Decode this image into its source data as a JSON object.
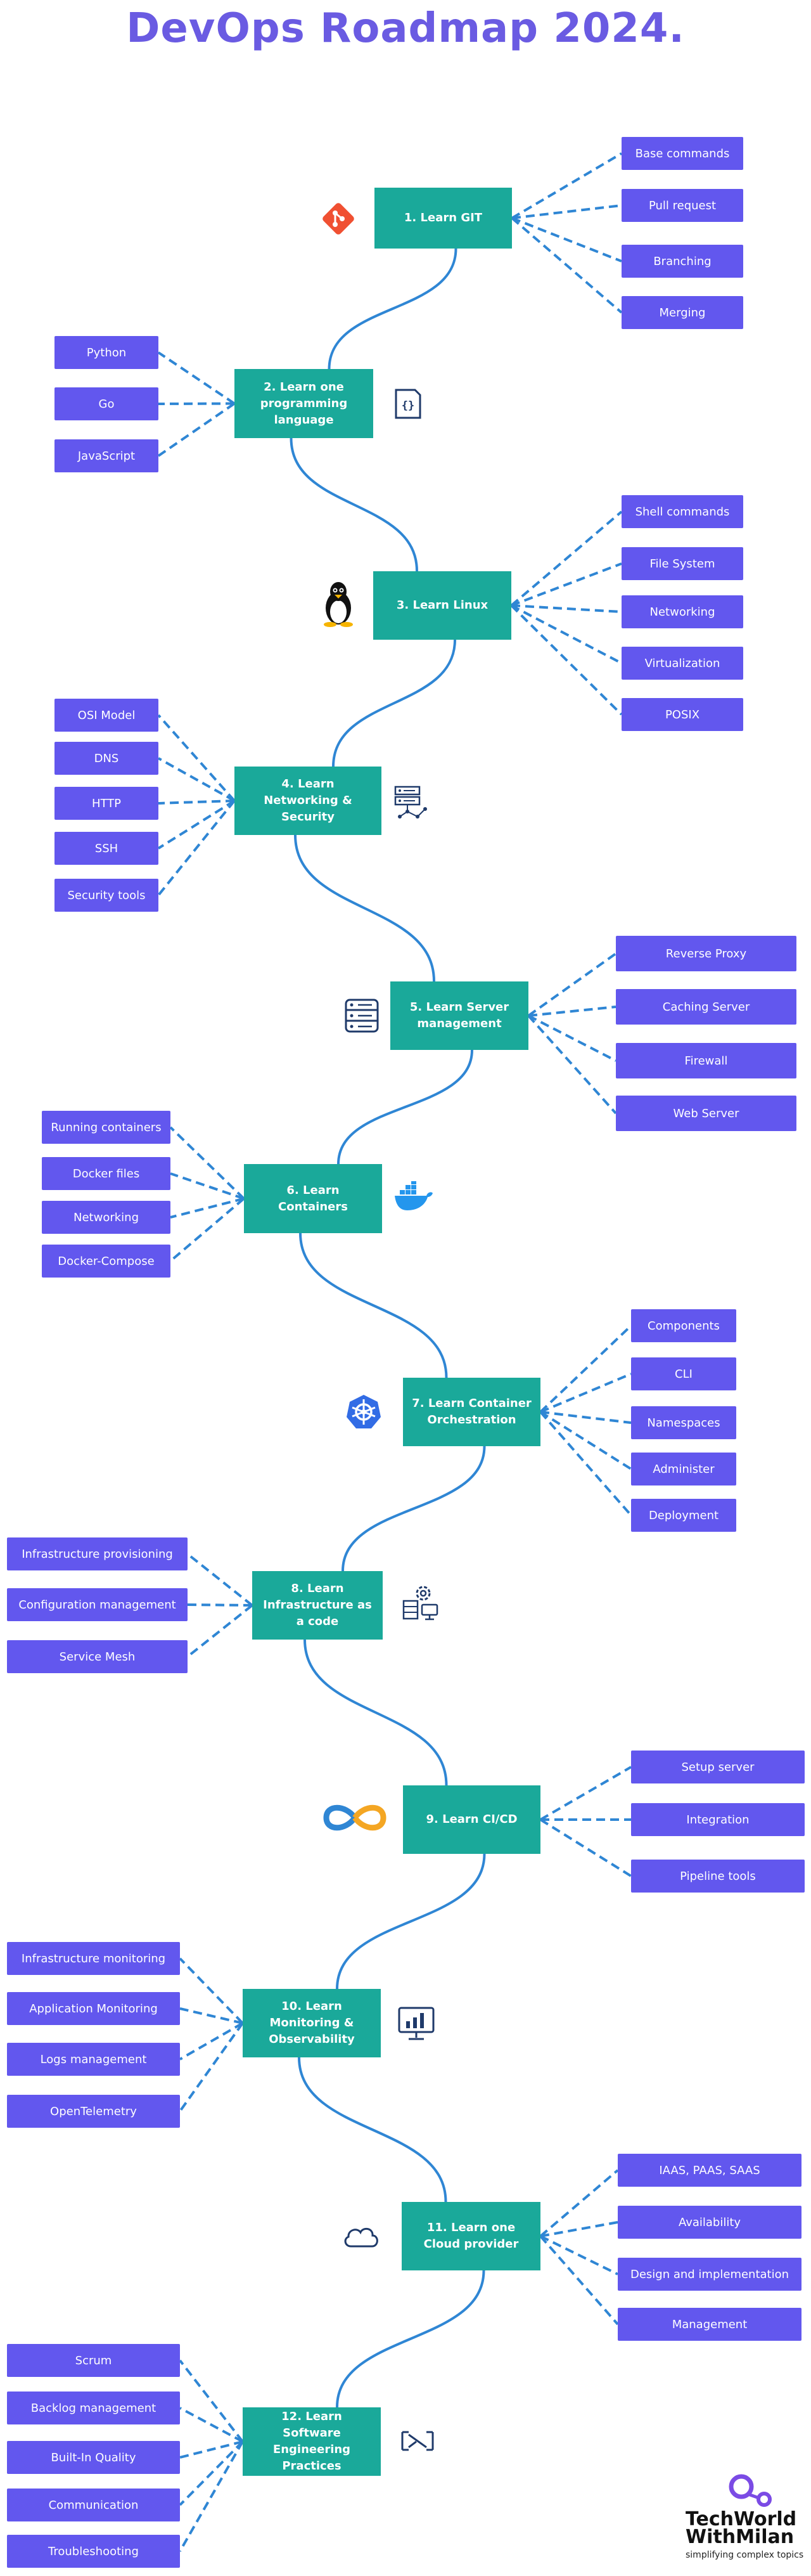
{
  "title": "DevOps Roadmap 2024.",
  "steps": [
    {
      "label": "1.  Learn GIT",
      "icon": "git-icon"
    },
    {
      "label": "2.     Learn one programming language",
      "icon": "code-braces-icon"
    },
    {
      "label": "3. Learn Linux",
      "icon": "linux-tux-icon"
    },
    {
      "label": "4.  Learn Networking & Security",
      "icon": "network-servers-icon"
    },
    {
      "label": "5.  Learn Server management",
      "icon": "server-rack-icon"
    },
    {
      "label": "6.  Learn Containers",
      "icon": "docker-whale-icon"
    },
    {
      "label": "7.  Learn Container Orchestration",
      "icon": "kubernetes-wheel-icon"
    },
    {
      "label": "8.       Learn Infrastructure as a code",
      "icon": "infra-gears-icon"
    },
    {
      "label": "9.  Learn CI/CD",
      "icon": "cicd-infinity-icon"
    },
    {
      "label": "10.  Learn Monitoring & Observability",
      "icon": "monitor-chart-icon"
    },
    {
      "label": "11.  Learn one Cloud provider",
      "icon": "cloud-icon"
    },
    {
      "label": "12.  Learn Software Engineering Practices",
      "icon": "workflow-icon"
    }
  ],
  "leaves": [
    [
      "Base commands",
      "Pull request",
      "Branching",
      "Merging"
    ],
    [
      "Python",
      "Go",
      "JavaScript"
    ],
    [
      "Shell commands",
      "File System",
      "Networking",
      "Virtualization",
      "POSIX"
    ],
    [
      "OSI Model",
      "DNS",
      "HTTP",
      "SSH",
      "Security tools"
    ],
    [
      "Reverse Proxy",
      "Caching Server",
      "Firewall",
      "Web Server"
    ],
    [
      "Running containers",
      "Docker files",
      "Networking",
      "Docker-Compose"
    ],
    [
      "Components",
      "CLI",
      "Namespaces",
      "Administer",
      "Deployment"
    ],
    [
      "Infrastructure provisioning",
      "Configuration management",
      "Service Mesh"
    ],
    [
      "Setup server",
      "Integration",
      "Pipeline tools"
    ],
    [
      "Infrastructure monitoring",
      "Application Monitoring",
      "Logs management",
      "OpenTelemetry"
    ],
    [
      "IAAS, PAAS, SAAS",
      "Availability",
      "Design and implementation",
      "Management"
    ],
    [
      "Scrum",
      "Backlog management",
      "Built-In Quality",
      "Communication",
      "Troubleshooting"
    ]
  ],
  "brand": {
    "line1": "TechWorld",
    "line2": "WithMilan",
    "tagline": "simplifying complex topics"
  },
  "colors": {
    "title": "#6a5be2",
    "step": "#1aa99a",
    "leaf": "#6257ee",
    "connector": "#2f86d4"
  }
}
